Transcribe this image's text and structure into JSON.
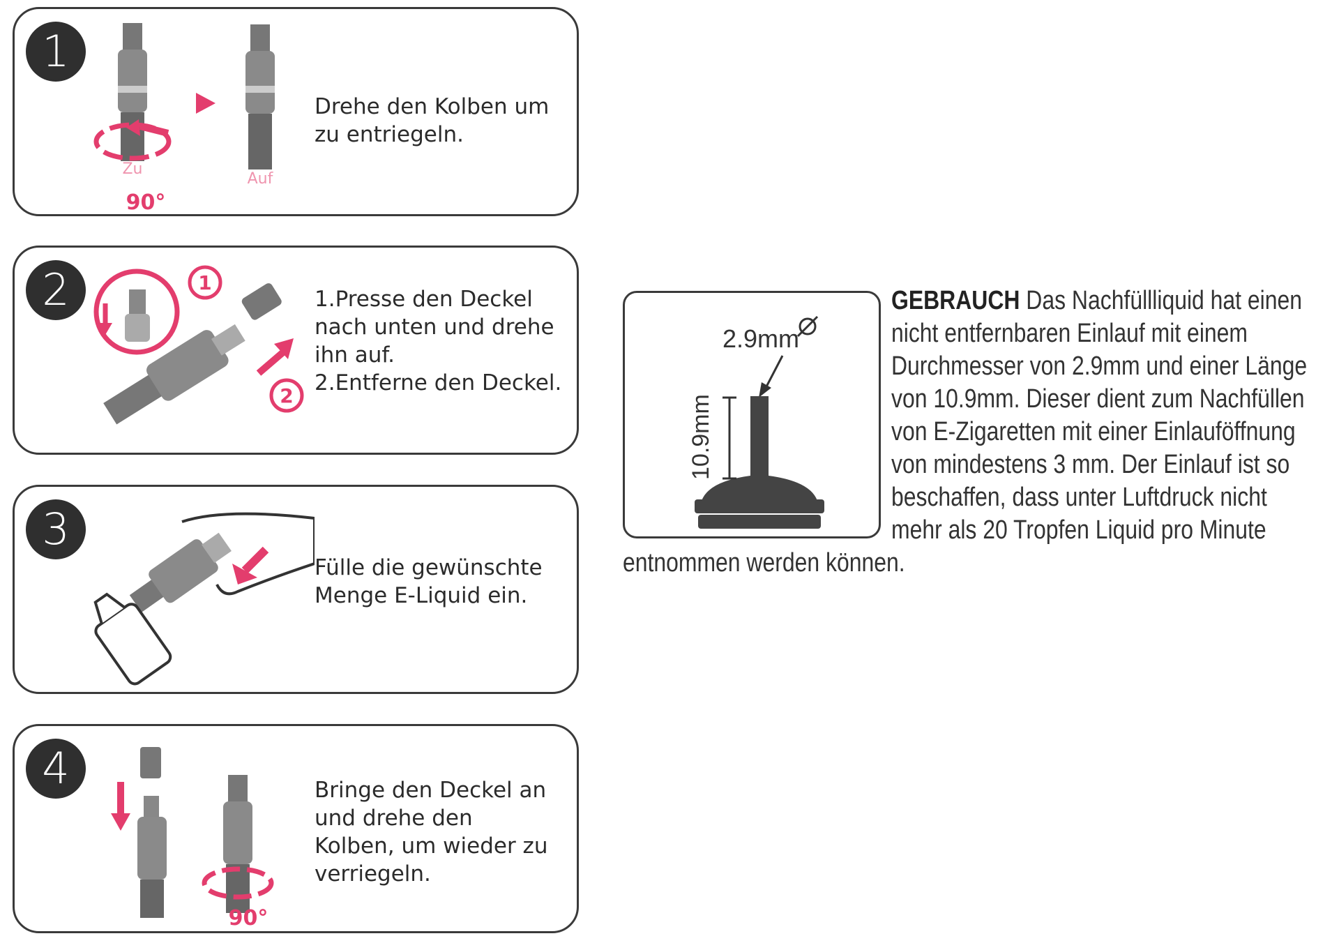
{
  "steps": [
    {
      "number": "1",
      "lines": [
        "Drehe den Kolben um",
        "zu entriegeln."
      ],
      "labels": {
        "angle": "90°",
        "close": "Zu",
        "open": "Auf"
      }
    },
    {
      "number": "2",
      "lines": [
        "1.Presse den Deckel",
        "nach unten und drehe",
        "ihn auf.",
        "2.Entferne den Deckel."
      ],
      "labels": {
        "marker1": "1",
        "marker2": "2"
      }
    },
    {
      "number": "3",
      "lines": [
        "Fülle die gewünschte",
        "Menge E-Liquid ein."
      ]
    },
    {
      "number": "4",
      "lines": [
        "Bringe den Deckel an",
        "und drehe den",
        "Kolben, um wieder zu",
        "verriegeln."
      ],
      "labels": {
        "angle": "90°"
      }
    }
  ],
  "diagram": {
    "diameter_label": "2.9mm",
    "length_label": "10.9mm"
  },
  "usage": {
    "heading": "GEBRAUCH",
    "lines": [
      "Das Nachfüllliquid hat einen",
      "nicht entfernbaren Einlauf mit einem",
      "Durchmesser von 2.9mm und einer Länge",
      "von 10.9mm. Dieser dient zum Nachfüllen",
      "von E-Zigaretten mit einer Einlauföffnung",
      "von mindestens 3 mm. Der Einlauf ist so",
      "beschaffen, dass unter Luftdruck nicht",
      "mehr als 20 Tropfen Liquid pro Minute",
      "entnommen werden können."
    ]
  },
  "colors": {
    "accent": "#e33d6d",
    "dark": "#2f2f2f"
  }
}
